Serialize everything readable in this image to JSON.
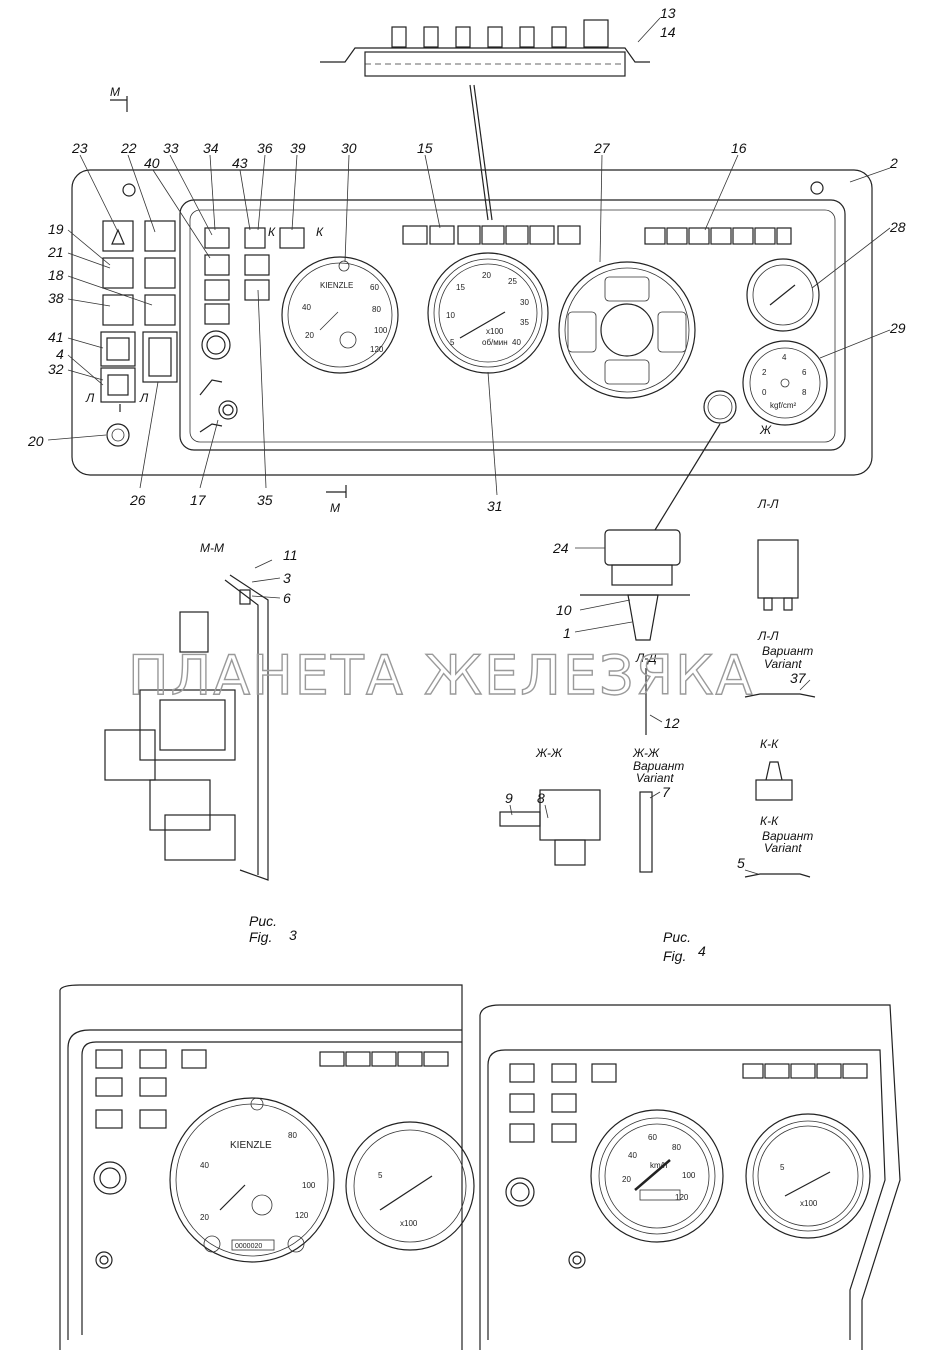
{
  "watermark": "ПЛАНЕТА ЖЕЛЕЗЯКА",
  "callouts": [
    "13",
    "14",
    "23",
    "22",
    "40",
    "33",
    "34",
    "43",
    "36",
    "39",
    "30",
    "15",
    "27",
    "16",
    "2",
    "28",
    "19",
    "21",
    "18",
    "38",
    "41",
    "4",
    "32",
    "29",
    "20",
    "26",
    "17",
    "35",
    "31",
    "24",
    "10",
    "1",
    "9",
    "8",
    "11",
    "3",
    "6",
    "37",
    "12",
    "7",
    "5"
  ],
  "section_labels": {
    "m_top": "М",
    "m_bottom": "М",
    "l_left": "Л",
    "l_right": "Л",
    "k1": "К",
    "k2": "К",
    "zh": "Ж",
    "mm": "М-М",
    "ll": "Л-Л",
    "ll_var": "Л-Л",
    "ld": "Л-Д",
    "zhzh": "Ж-Ж",
    "zhzh_var": "Ж-Ж",
    "kk": "К-К",
    "kk_var": "К-К",
    "variant_ru": "Вариант",
    "variant_en": "Variant"
  },
  "figures": {
    "fig3_ru": "Рис.",
    "fig3_en": "Fig.",
    "fig3_num": "3",
    "fig4_ru": "Рис.",
    "fig4_en": "Fig.",
    "fig4_num": "4"
  },
  "dials": {
    "tacho_brand": "KIENZLE",
    "tacho_ticks": [
      "20",
      "40",
      "60",
      "80",
      "100",
      "120"
    ],
    "rpm_ticks": [
      "5",
      "10",
      "15",
      "20",
      "25",
      "30",
      "35",
      "40"
    ],
    "rpm_unit": "x100",
    "rpm_unit2": "об/мин",
    "speedo_unit": "km/h",
    "gauge_ticks": [
      "0",
      "2",
      "4",
      "6",
      "8"
    ],
    "gauge_unit": "kgf/cm²",
    "odometer": "0000020"
  },
  "colors": {
    "line": "#222222",
    "watermark": "#9a9a9a"
  }
}
